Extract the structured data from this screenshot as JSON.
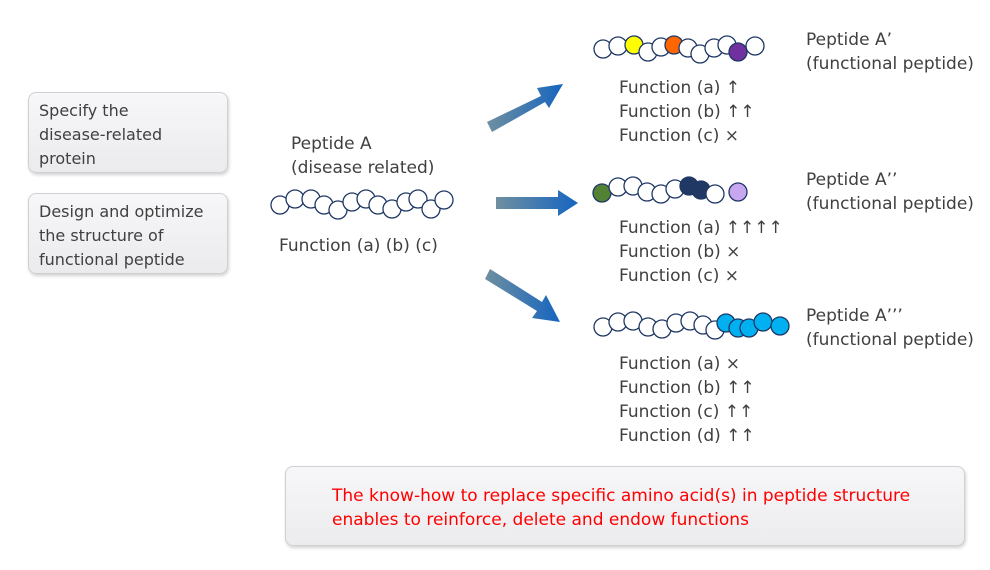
{
  "steps": [
    {
      "lines": [
        "Specify the",
        "disease-related",
        "protein"
      ]
    },
    {
      "lines": [
        "Design and optimize",
        "the structure of",
        "functional peptide"
      ]
    }
  ],
  "peptide_a": {
    "name": "Peptide A",
    "subtitle": "(disease related)",
    "functions": "Function (a) (b) (c)"
  },
  "variants": [
    {
      "name": "Peptide A’",
      "subtitle": "(functional peptide)",
      "functions": [
        "Function (a) ↑",
        "Function (b) ↑↑",
        "Function (c) ×"
      ]
    },
    {
      "name": "Peptide A’’",
      "subtitle": "(functional peptide)",
      "functions": [
        "Function (a) ↑↑↑↑",
        "Function (b) ×",
        "Function (c) ×"
      ]
    },
    {
      "name": "Peptide A’’’",
      "subtitle": "(functional peptide)",
      "functions": [
        "Function (a) ×",
        "Function (b) ↑↑",
        "Function (c) ↑↑",
        "Function (d) ↑↑"
      ]
    }
  ],
  "note": {
    "lines": [
      "The know-how to replace specific amino acid(s) in peptide structure",
      "enables to reinforce, delete and endow functions"
    ]
  },
  "colors": {
    "bead_outline": "#1f3864",
    "arrow_start": "#6f8fa0",
    "arrow_end": "#1565c0",
    "note_text": "#ff0000",
    "variant1_beads": [
      "#ffff00",
      "#ff6600",
      "#7030a0"
    ],
    "variant2_beads": [
      "#548235",
      "#1f3864",
      "#1f3864",
      "#c9a7f0"
    ],
    "variant3_beads": [
      "#00b0f0"
    ]
  }
}
